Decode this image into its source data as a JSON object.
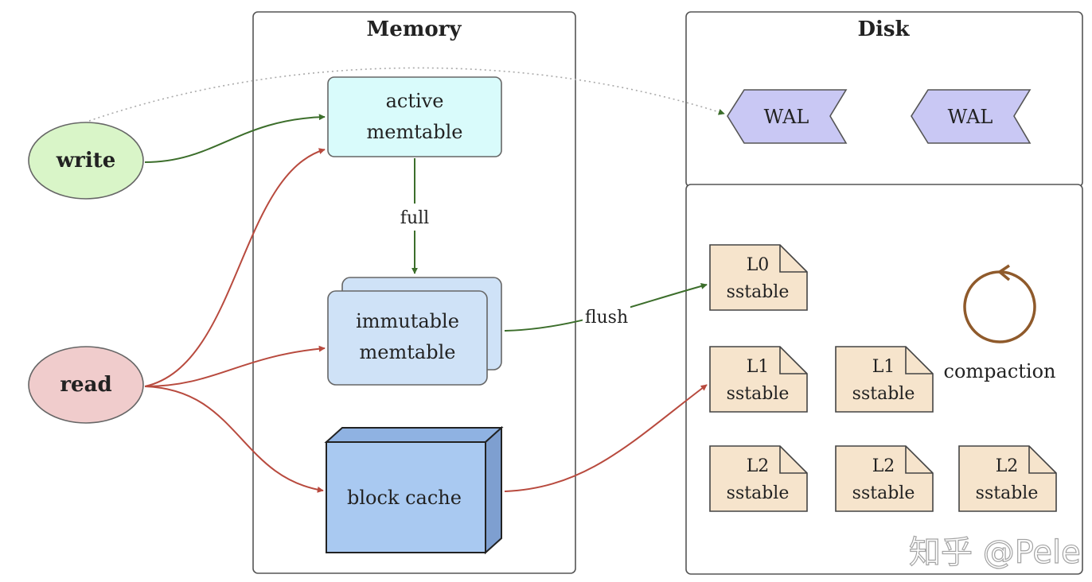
{
  "containers": {
    "memory_title": "Memory",
    "disk_title": "Disk"
  },
  "actors": {
    "write": "write",
    "read": "read"
  },
  "memory": {
    "active_line1": "active",
    "active_line2": "memtable",
    "immutable_line1": "immutable",
    "immutable_line2": "memtable",
    "block_cache": "block cache"
  },
  "edges": {
    "full": "full",
    "flush": "flush"
  },
  "disk": {
    "wal_1": "WAL",
    "wal_2": "WAL",
    "sstables": [
      {
        "level": "L0",
        "label": "sstable"
      },
      {
        "level": "L1",
        "label": "sstable"
      },
      {
        "level": "L1",
        "label": "sstable"
      },
      {
        "level": "L2",
        "label": "sstable"
      },
      {
        "level": "L2",
        "label": "sstable"
      },
      {
        "level": "L2",
        "label": "sstable"
      }
    ],
    "compaction": "compaction"
  },
  "watermark": "知乎 @Pele",
  "colors": {
    "write_fill": "#d9f5c8",
    "read_fill": "#f0cccc",
    "active_fill": "#d9fbfb",
    "immutable_fill": "#cfe2f7",
    "cache_fill": "#a9c9f1",
    "wal_fill": "#c9c8f4",
    "sstable_fill": "#f6e4cc",
    "green_edge": "#3c6e2b",
    "red_edge": "#b84a3e",
    "compaction": "#8f5a2b"
  }
}
